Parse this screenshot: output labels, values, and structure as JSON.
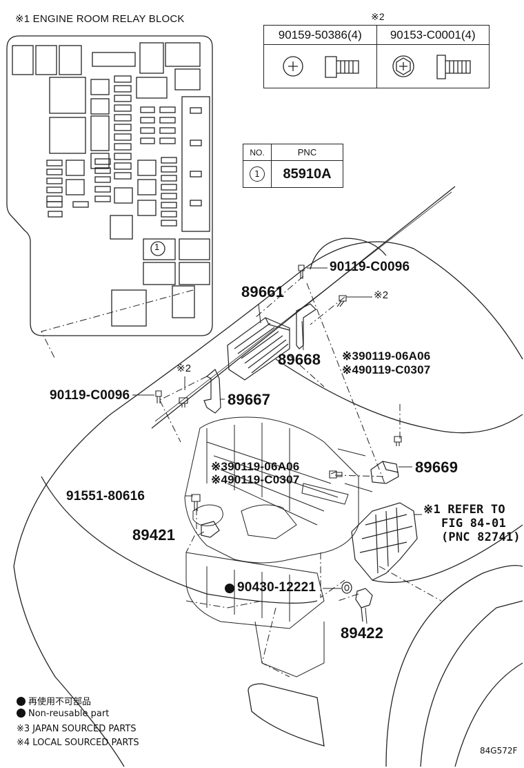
{
  "relay_block": {
    "title": "※1 ENGINE ROOM RELAY BLOCK",
    "callout": "1"
  },
  "bolt_table": {
    "note": "※2",
    "col1": "90159-50386(4)",
    "col2": "90153-C0001(4)"
  },
  "pnc_table": {
    "header_no": "NO.",
    "header_pnc": "PNC",
    "row_no": "1",
    "row_pnc": "85910A"
  },
  "part_labels": {
    "p90119_c0096_top": "90119-C0096",
    "note2_top": "※2",
    "p89661": "89661",
    "p89668": "89668",
    "p90119_06a06_upper": "※390119-06A06",
    "p90119_c0307_upper": "※490119-C0307",
    "note2_left": "※2",
    "p90119_c0096_left": "90119-C0096",
    "p89667": "89667",
    "p90119_06a06_lower": "※390119-06A06",
    "p90119_c0307_lower": "※490119-C0307",
    "p89669": "89669",
    "p91551_80616": "91551-80616",
    "refer_line1": "※1 REFER TO",
    "refer_line2": "FIG 84-01",
    "refer_line3": "(PNC 82741)",
    "p89421": "89421",
    "p90430_12221": "90430-12221",
    "p89422": "89422"
  },
  "legend": {
    "non_reusable_jp": "再使用不可部品",
    "non_reusable_en": "Non-reusable part",
    "japan_sourced": "※3 JAPAN SOURCED PARTS",
    "local_sourced": "※4 LOCAL SOURCED PARTS"
  },
  "figure_code": "84G572F"
}
